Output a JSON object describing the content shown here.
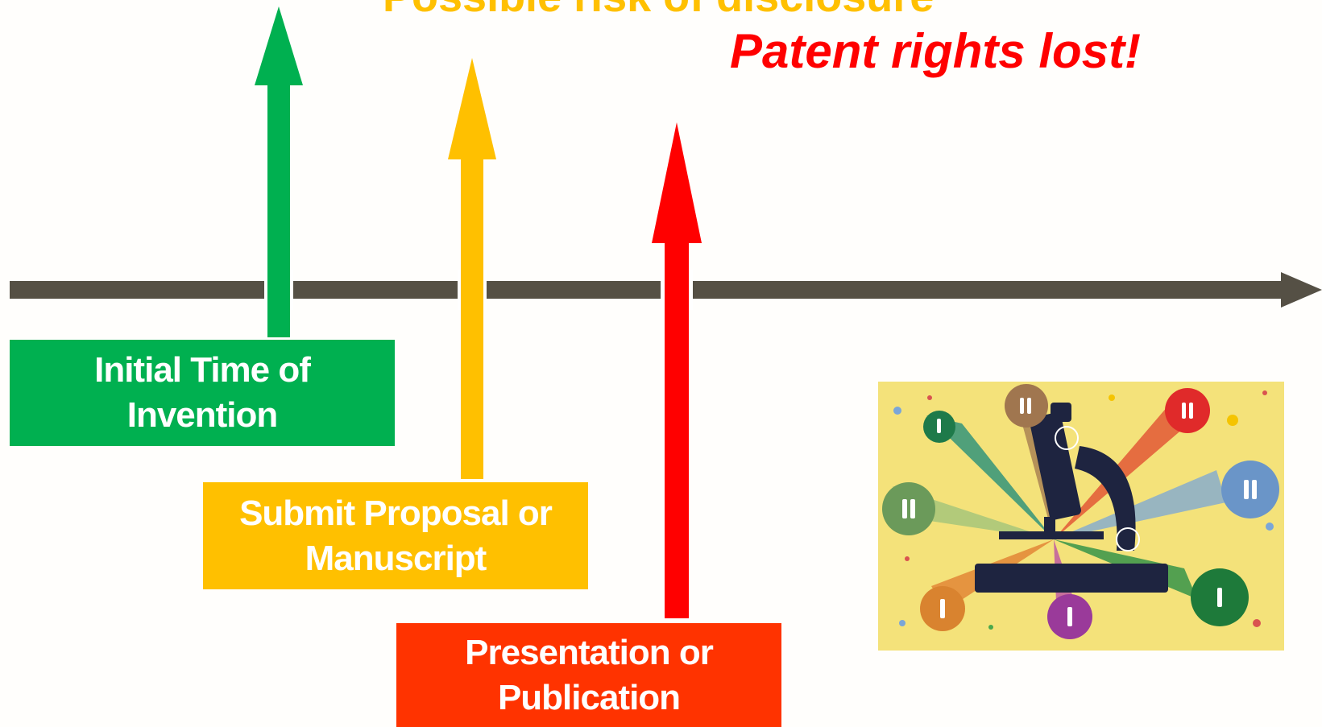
{
  "headings": {
    "top": "Possible risk of disclosure",
    "red": "Patent rights lost!"
  },
  "stages": [
    {
      "line1": "Initial Time of",
      "line2": "Invention",
      "color": "#00b050"
    },
    {
      "line1": "Submit Proposal or",
      "line2": "Manuscript",
      "color": "#ffc000"
    },
    {
      "line1": "Presentation or",
      "line2": "Publication",
      "color": "#ff3300"
    }
  ],
  "colors": {
    "timeline": "#555045",
    "red_text": "#ff0000",
    "arrow_red": "#ff0000",
    "illustration_bg": "#f4e27a"
  },
  "illustration": {
    "subject": "microscope-with-people-spotlights",
    "icon": "microscope-icon"
  }
}
